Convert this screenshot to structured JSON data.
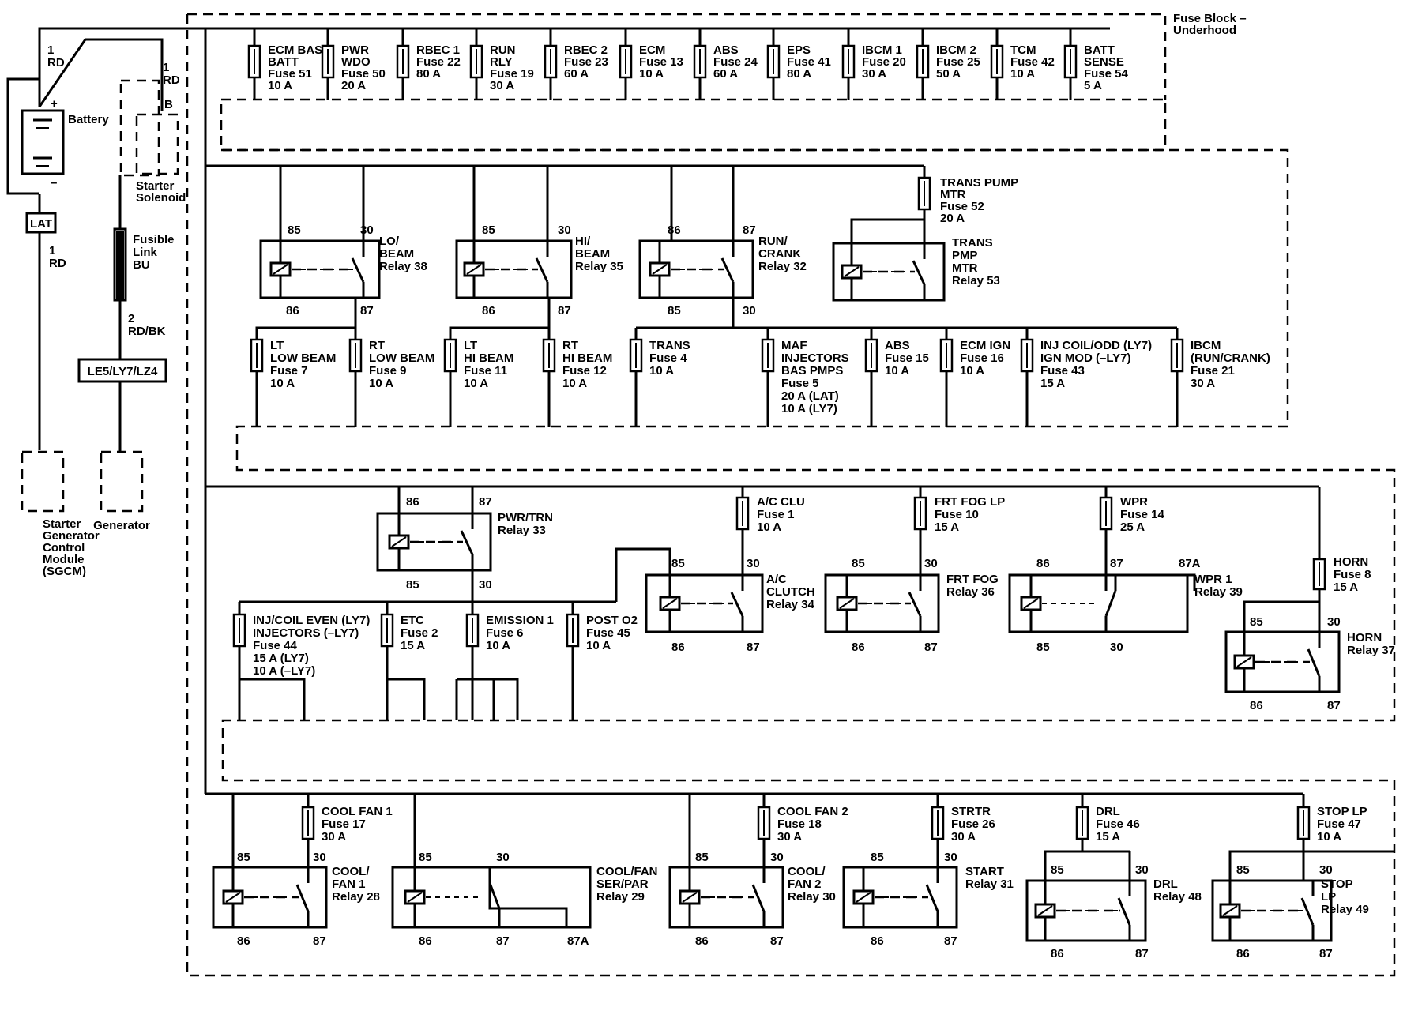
{
  "fuse_block_label": [
    "Fuse Block –",
    "Underhood"
  ],
  "battery": {
    "label": "Battery",
    "pos": "+",
    "neg": "–"
  },
  "wires": {
    "bat_to_block": [
      "1",
      "RD"
    ],
    "starter_feed": [
      "1",
      "RD"
    ],
    "sogm_feed": [
      "1",
      "RD"
    ],
    "gen_feed": [
      "2",
      "RD/BK"
    ]
  },
  "starter_solenoid": {
    "label": [
      "Starter",
      "Solenoid"
    ],
    "terminal": "B"
  },
  "lat": "LAT",
  "fusible_link": [
    "Fusible",
    "Link",
    "BU"
  ],
  "engine_box": "LE5/LY7/LZ4",
  "sogm": [
    "Starter",
    "Generator",
    "Control",
    "Module",
    "(SGCM)"
  ],
  "generator": "Generator",
  "top_fuses": [
    [
      "ECM BAS",
      "BATT",
      "Fuse 51",
      "10 A"
    ],
    [
      "PWR",
      "WDO",
      "Fuse 50",
      "20 A"
    ],
    [
      "RBEC 1",
      "Fuse 22",
      "80 A"
    ],
    [
      "RUN",
      "RLY",
      "Fuse 19",
      "30 A"
    ],
    [
      "RBEC 2",
      "Fuse 23",
      "60 A"
    ],
    [
      "ECM",
      "Fuse 13",
      "10 A"
    ],
    [
      "ABS",
      "Fuse 24",
      "60 A"
    ],
    [
      "EPS",
      "Fuse 41",
      "80 A"
    ],
    [
      "IBCM 1",
      "Fuse 20",
      "30 A"
    ],
    [
      "IBCM 2",
      "Fuse 25",
      "50 A"
    ],
    [
      "TCM",
      "Fuse 42",
      "10 A"
    ],
    [
      "BATT",
      "SENSE",
      "Fuse 54",
      "5 A"
    ]
  ],
  "relays": {
    "lo_beam": {
      "label": [
        "LO/",
        "BEAM",
        "Relay 38"
      ],
      "pins": [
        "85",
        "30",
        "86",
        "87"
      ]
    },
    "hi_beam": {
      "label": [
        "HI/",
        "BEAM",
        "Relay 35"
      ],
      "pins": [
        "85",
        "30",
        "86",
        "87"
      ]
    },
    "run_crank": {
      "label": [
        "RUN/",
        "CRANK",
        "Relay 32"
      ],
      "pins": [
        "86",
        "87",
        "85",
        "30"
      ]
    },
    "trans_pmp": {
      "label": [
        "TRANS",
        "PMP",
        "MTR",
        "Relay 53"
      ]
    },
    "pwr_trn": {
      "label": [
        "PWR/TRN",
        "Relay 33"
      ],
      "pins": [
        "86",
        "87",
        "85",
        "30"
      ]
    },
    "ac_clutch": {
      "label": [
        "A/C",
        "CLUTCH",
        "Relay 34"
      ],
      "pins": [
        "85",
        "30",
        "86",
        "87"
      ]
    },
    "frt_fog": {
      "label": [
        "FRT FOG",
        "Relay 36"
      ],
      "pins": [
        "85",
        "30",
        "86",
        "87"
      ]
    },
    "wpr1": {
      "label": [
        "WPR 1",
        "Relay 39"
      ],
      "pins": [
        "86",
        "87",
        "87A",
        "85",
        "30"
      ]
    },
    "horn": {
      "label": [
        "HORN",
        "Relay 37"
      ],
      "pins": [
        "85",
        "30",
        "86",
        "87"
      ]
    },
    "cool_fan1": {
      "label": [
        "COOL/",
        "FAN 1",
        "Relay 28"
      ],
      "pins": [
        "85",
        "30",
        "86",
        "87"
      ]
    },
    "cool_fan_serpar": {
      "label": [
        "COOL/FAN",
        "SER/PAR",
        "Relay 29"
      ],
      "pins": [
        "85",
        "30",
        "86",
        "87",
        "87A"
      ]
    },
    "cool_fan2": {
      "label": [
        "COOL/",
        "FAN 2",
        "Relay 30"
      ],
      "pins": [
        "85",
        "30",
        "86",
        "87"
      ]
    },
    "start": {
      "label": [
        "START",
        "Relay 31"
      ],
      "pins": [
        "85",
        "30",
        "86",
        "87"
      ]
    },
    "drl": {
      "label": [
        "DRL",
        "Relay 48"
      ],
      "pins": [
        "85",
        "30",
        "86",
        "87"
      ]
    },
    "stop_lp": {
      "label": [
        "STOP",
        "LP",
        "Relay 49"
      ],
      "pins": [
        "85",
        "30",
        "86",
        "87"
      ]
    }
  },
  "fuses": {
    "trans_pump": [
      "TRANS PUMP",
      "MTR",
      "Fuse 52",
      "20 A"
    ],
    "lt_low": [
      "LT",
      "LOW BEAM",
      "Fuse 7",
      "10 A"
    ],
    "rt_low": [
      "RT",
      "LOW BEAM",
      "Fuse 9",
      "10 A"
    ],
    "lt_hi": [
      "LT",
      "HI BEAM",
      "Fuse 11",
      "10 A"
    ],
    "rt_hi": [
      "RT",
      "HI BEAM",
      "Fuse 12",
      "10 A"
    ],
    "trans": [
      "TRANS",
      "Fuse 4",
      "10 A"
    ],
    "maf": [
      "MAF",
      "INJECTORS",
      "BAS PMPS",
      "Fuse 5",
      "20 A (LAT)",
      "10 A (LY7)"
    ],
    "abs15": [
      "ABS",
      "Fuse 15",
      "10 A"
    ],
    "ecm_ign": [
      "ECM IGN",
      "Fuse 16",
      "10 A"
    ],
    "inj_odd": [
      "INJ COIL/ODD (LY7)",
      "IGN MOD (–LY7)",
      "Fuse 43",
      "15 A"
    ],
    "ibcm_run": [
      "IBCM",
      "(RUN/CRANK)",
      "Fuse 21",
      "30 A"
    ],
    "ac_clu": [
      "A/C CLU",
      "Fuse 1",
      "10 A"
    ],
    "frt_fog_lp": [
      "FRT FOG LP",
      "Fuse 10",
      "15 A"
    ],
    "wpr": [
      "WPR",
      "Fuse 14",
      "25 A"
    ],
    "horn": [
      "HORN",
      "Fuse 8",
      "15 A"
    ],
    "inj_even": [
      "INJ/COIL EVEN (LY7)",
      "INJECTORS (–LY7)",
      "Fuse 44",
      "15 A (LY7)",
      "10 A (–LY7)"
    ],
    "etc": [
      "ETC",
      "Fuse 2",
      "15 A"
    ],
    "emission": [
      "EMISSION 1",
      "Fuse 6",
      "10 A"
    ],
    "post_o2": [
      "POST O2",
      "Fuse 45",
      "10 A"
    ],
    "cool_fan1": [
      "COOL FAN 1",
      "Fuse 17",
      "30 A"
    ],
    "cool_fan2": [
      "COOL FAN 2",
      "Fuse 18",
      "30 A"
    ],
    "strtr": [
      "STRTR",
      "Fuse 26",
      "30 A"
    ],
    "drl": [
      "DRL",
      "Fuse 46",
      "15 A"
    ],
    "stop_lp": [
      "STOP LP",
      "Fuse 47",
      "10 A"
    ]
  }
}
